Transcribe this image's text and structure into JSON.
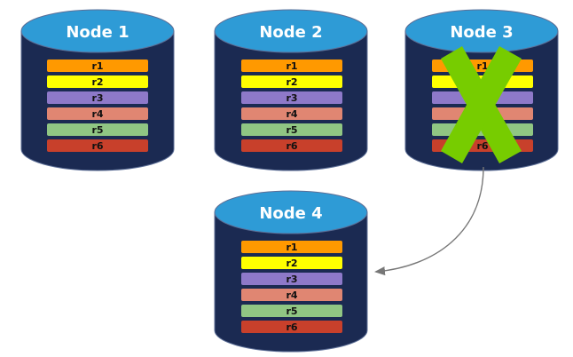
{
  "colors": {
    "cylinder_body": "#1b2a52",
    "cylinder_top": "#2e9bd6",
    "cylinder_outline": "#5c6e96",
    "title_text": "#ffffff",
    "label_text": "#111111",
    "cross": "#77cc00",
    "arrow": "#777777"
  },
  "replica_colors": [
    "#ff9900",
    "#ffff00",
    "#8e79c9",
    "#e08672",
    "#90c683",
    "#c8402b"
  ],
  "nodes": [
    {
      "id": "node1",
      "title": "Node 1",
      "replicas": [
        "r1",
        "r2",
        "r3",
        "r4",
        "r5",
        "r6"
      ],
      "failed": false
    },
    {
      "id": "node2",
      "title": "Node 2",
      "replicas": [
        "r1",
        "r2",
        "r3",
        "r4",
        "r5",
        "r6"
      ],
      "failed": false
    },
    {
      "id": "node3",
      "title": "Node 3",
      "replicas": [
        "r1",
        "r2",
        "r3",
        "r4",
        "r5",
        "r6"
      ],
      "failed": true
    },
    {
      "id": "node4",
      "title": "Node 4",
      "replicas": [
        "r1",
        "r2",
        "r3",
        "r4",
        "r5",
        "r6"
      ],
      "failed": false
    }
  ],
  "edges": [
    {
      "from": "node3",
      "to": "node4",
      "label": ""
    }
  ]
}
